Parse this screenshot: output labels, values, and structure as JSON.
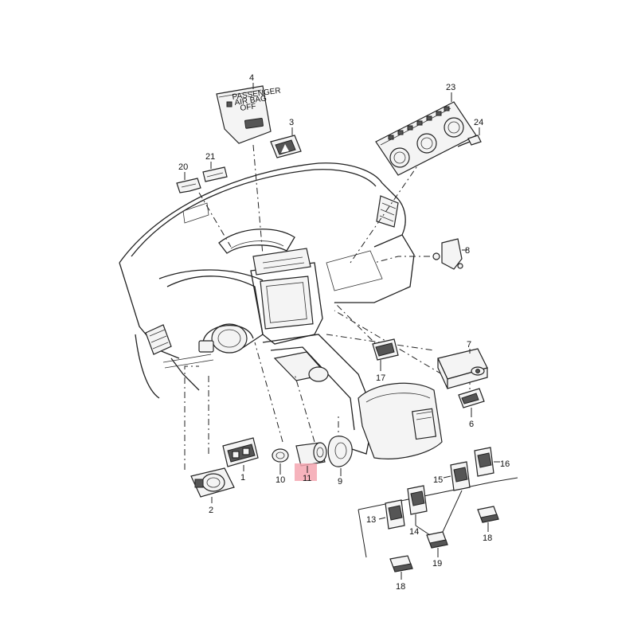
{
  "callouts": [
    {
      "id": "4",
      "text": "4"
    },
    {
      "id": "3",
      "text": "3"
    },
    {
      "id": "23",
      "text": "23"
    },
    {
      "id": "24",
      "text": "24"
    },
    {
      "id": "20",
      "text": "20"
    },
    {
      "id": "21",
      "text": "21"
    },
    {
      "id": "8",
      "text": "8"
    },
    {
      "id": "7",
      "text": "7"
    },
    {
      "id": "17",
      "text": "17"
    },
    {
      "id": "6",
      "text": "6"
    },
    {
      "id": "1",
      "text": "1"
    },
    {
      "id": "2",
      "text": "2"
    },
    {
      "id": "10",
      "text": "10"
    },
    {
      "id": "11",
      "text": "11"
    },
    {
      "id": "9",
      "text": "9"
    },
    {
      "id": "15",
      "text": "15"
    },
    {
      "id": "16",
      "text": "16"
    },
    {
      "id": "13",
      "text": "13"
    },
    {
      "id": "14",
      "text": "14"
    },
    {
      "id": "18a",
      "text": "18"
    },
    {
      "id": "19",
      "text": "19"
    },
    {
      "id": "18b",
      "text": "18"
    }
  ],
  "panel_text": [
    "PASSENGER",
    "AIR BAG",
    "OFF"
  ],
  "colors": {
    "highlight": "#f4a6b0",
    "line": "#222222",
    "background": "#ffffff"
  }
}
